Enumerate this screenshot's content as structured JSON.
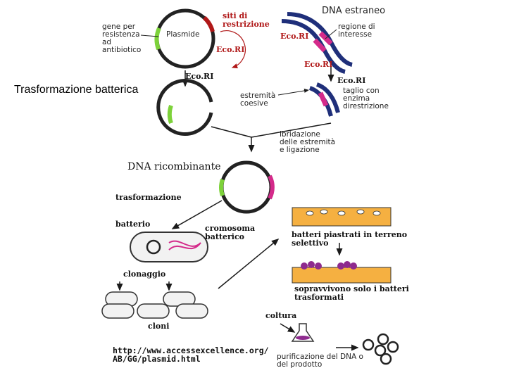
{
  "title": "Trasformazione batterica",
  "labels": {
    "gene_resistenza": "gene per\nresistenza\nad\nantibiotico",
    "plasmide": "Plasmide",
    "siti_restrizione": "siti di\nrestrizione",
    "ecori_plasmid": "Eco.RI",
    "dna_estraneo": "DNA estraneo",
    "ecori_foreign": "Eco.RI",
    "regione_interesse": "regione di\ninteresse",
    "ecori_foreign_bottom": "Eco.RI",
    "ecori_left_cut": "Eco.RI",
    "ecori_right_cut": "Eco.RI",
    "estremita_coesive": "estremità\ncoesive",
    "taglio_enzima": "taglio con\nenzima\ndirestrizione",
    "ibridazione": "ibridazione\ndelle estremità\ne ligazione",
    "dna_ricombinante": "DNA ricombinante",
    "trasformazione": "trasformazione",
    "batterio": "batterio",
    "cromosoma": "cromosoma\nbatterico",
    "piastrati": "batteri piastrati in terreno\nselettivo",
    "clonaggio": "clonaggio",
    "sopravvivono": "sopravvivono solo i batteri\ntrasformati",
    "coltura": "coltura",
    "cloni": "cloni",
    "url": "http://www.accessexcellence.org/\nAB/GG/plasmid.html",
    "purificazione": "purificazione del DNA o\ndel prodotto"
  },
  "colors": {
    "plasmid": "#222222",
    "resistance_gene": "#7dd23a",
    "insert": "#d42a8a",
    "foreign_dna": "#1f2f7a",
    "red_label": "#b01818",
    "medium": "#f5b041",
    "colony": "#8e2a8e",
    "arrow": "#1a1a1a"
  }
}
